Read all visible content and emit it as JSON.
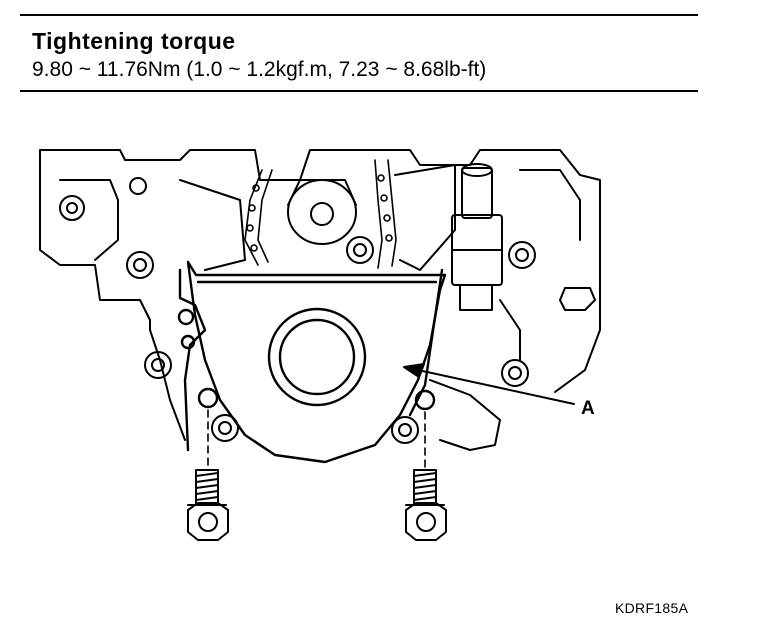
{
  "spec": {
    "title": "Tightening torque",
    "value": "9.80 ~ 11.76Nm (1.0 ~ 1.2kgf.m, 7.23 ~ 8.68lb-ft)"
  },
  "diagram": {
    "callout_label": "A",
    "figure_code": "KDRF185A"
  }
}
